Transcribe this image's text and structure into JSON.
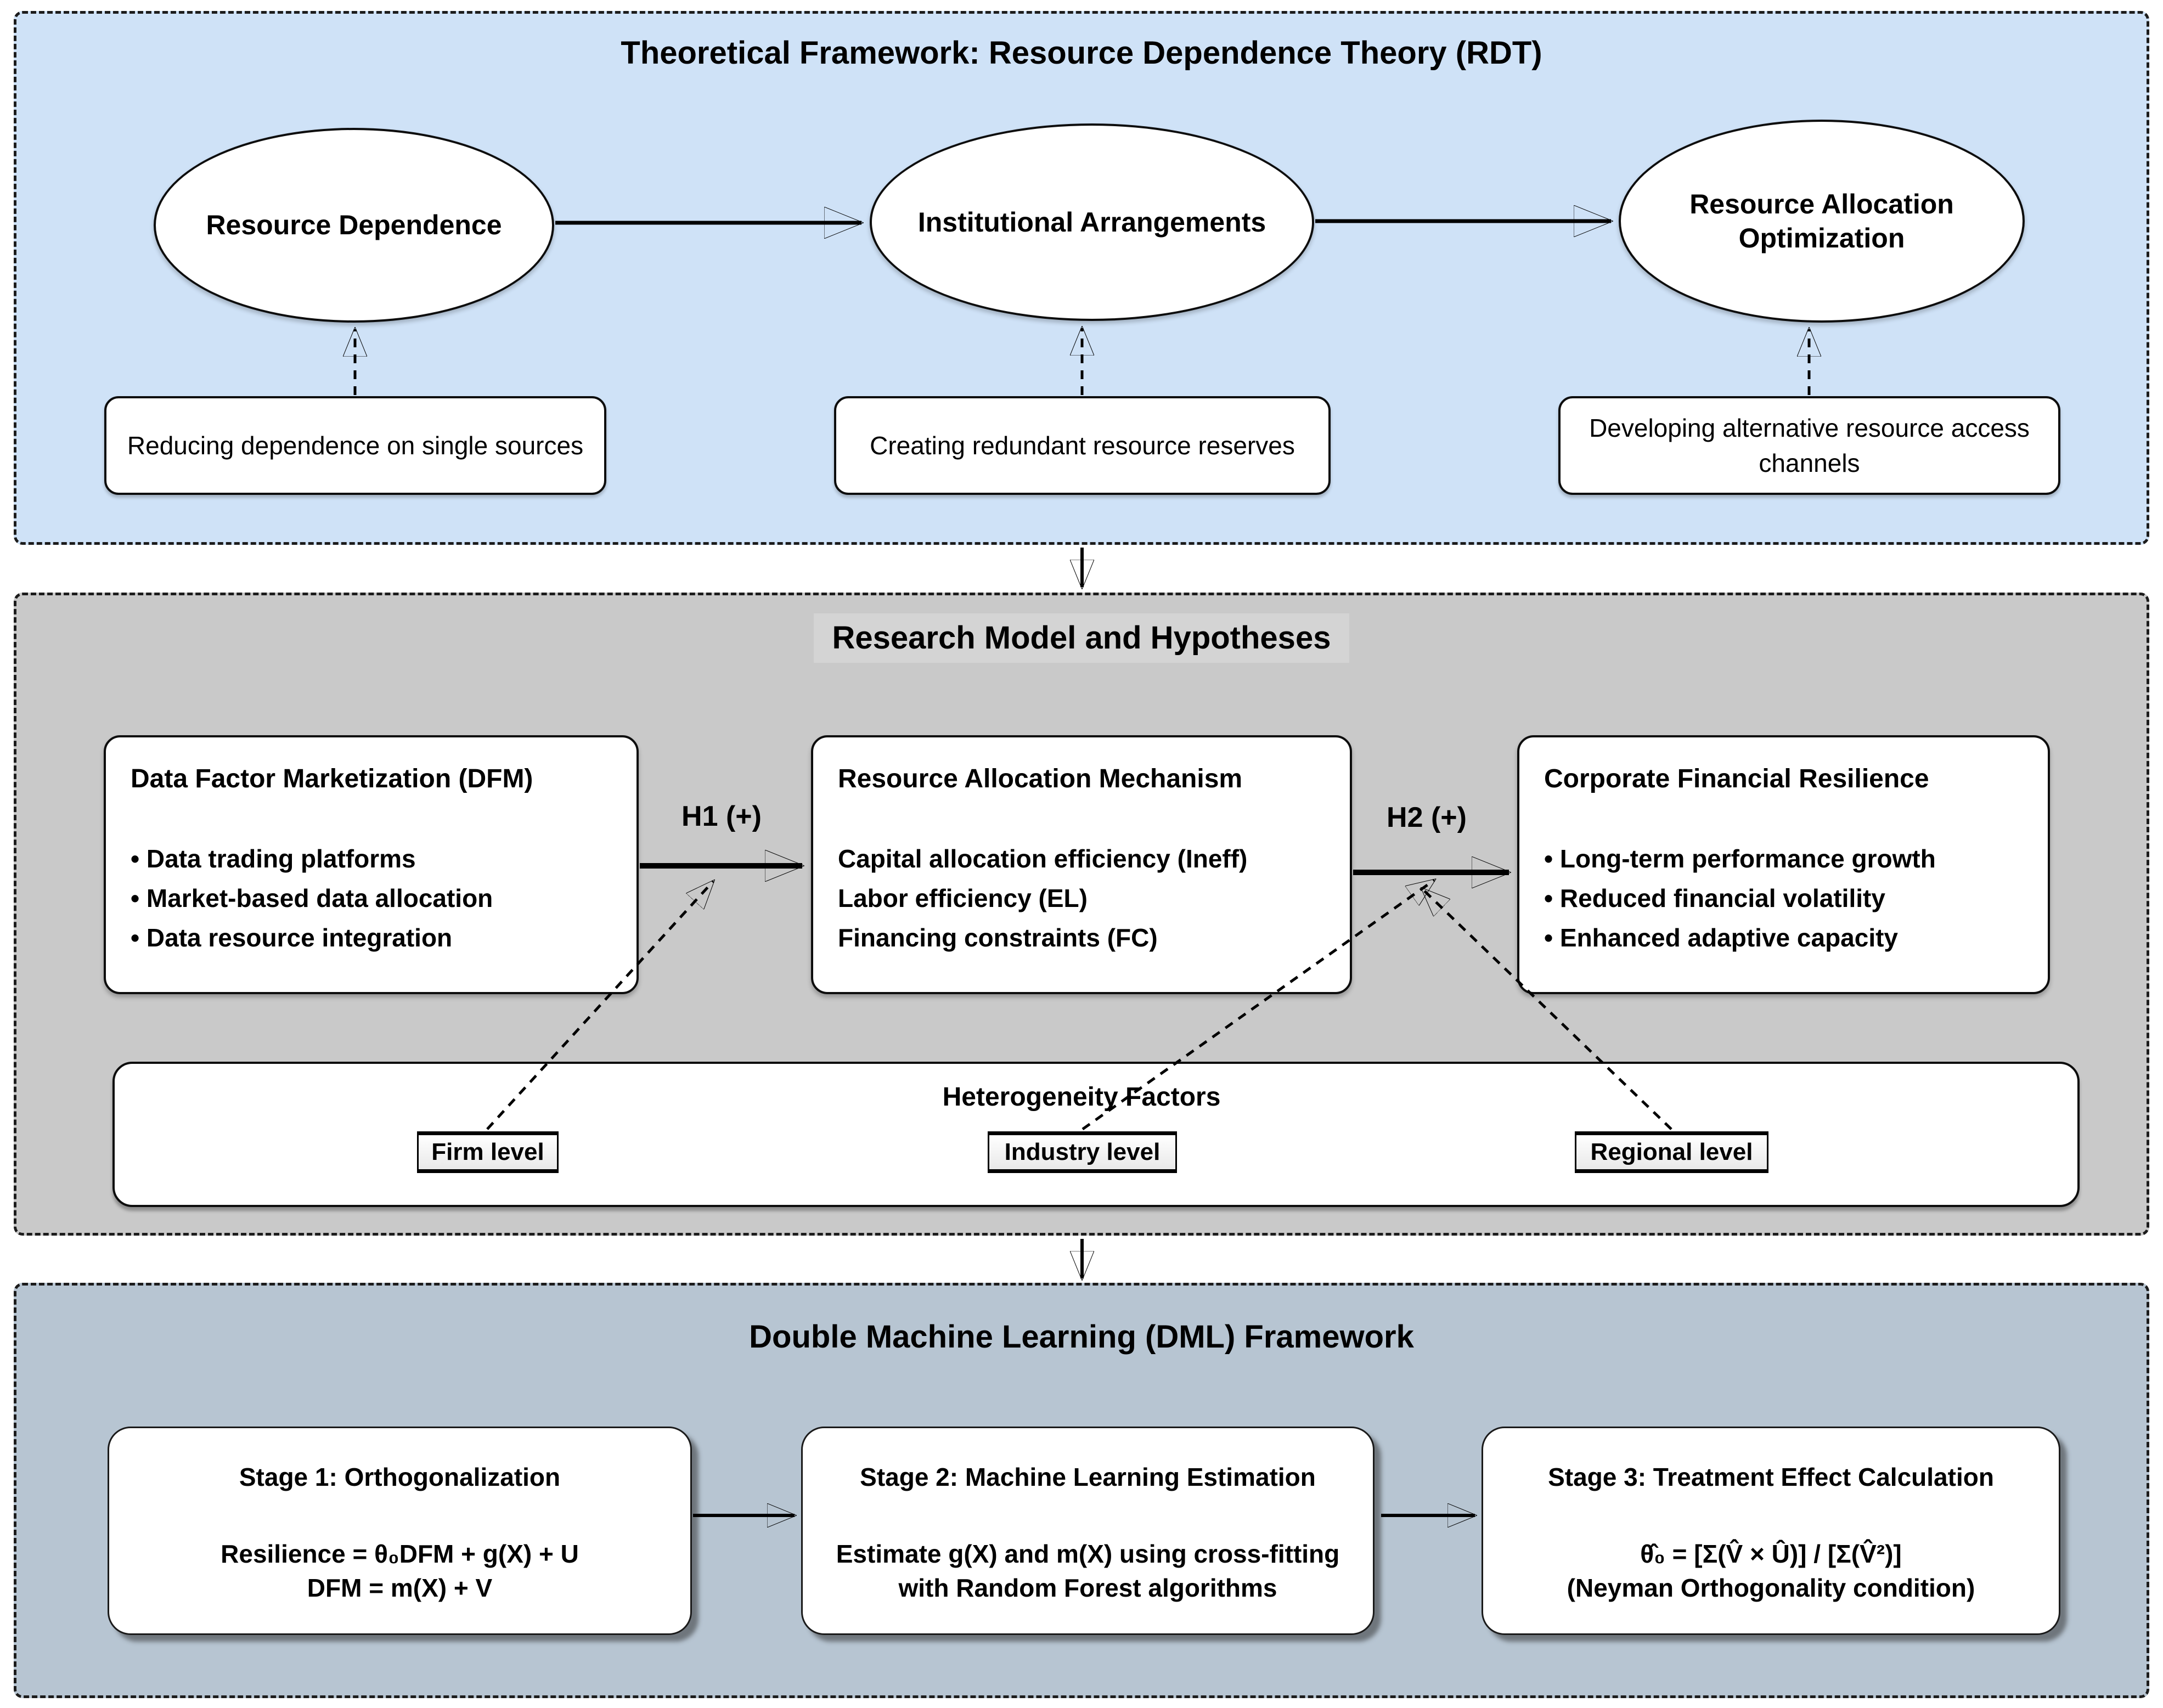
{
  "colors": {
    "theory_bg": "#cfe2f7",
    "model_bg": "#c9c9c9",
    "model_title_band": "#d4d4d4",
    "dml_bg": "#b7c5d2",
    "node_fill": "#ffffff",
    "line": "#000000"
  },
  "theory": {
    "title": "Theoretical Framework: Resource Dependence Theory (RDT)",
    "ellipses": [
      {
        "label": "Resource Dependence"
      },
      {
        "label": "Institutional Arrangements"
      },
      {
        "label": "Resource Allocation Optimization"
      }
    ],
    "strategies": [
      {
        "label": "Reducing dependence on single sources"
      },
      {
        "label": "Creating redundant resource reserves"
      },
      {
        "label": "Developing alternative resource access channels"
      }
    ]
  },
  "model": {
    "title": "Research Model and Hypotheses",
    "constructs": [
      {
        "title": "Data Factor Marketization (DFM)",
        "items": [
          "• Data trading platforms",
          "• Market-based data allocation",
          "• Data resource integration"
        ]
      },
      {
        "title": "Resource Allocation Mechanism",
        "items": [
          "Capital allocation efficiency (Ineff)",
          "Labor efficiency (EL)",
          "Financing constraints (FC)"
        ]
      },
      {
        "title": "Corporate Financial Resilience",
        "items": [
          "• Long-term performance growth",
          "• Reduced financial volatility",
          "• Enhanced adaptive capacity"
        ]
      }
    ],
    "hypotheses": [
      {
        "label": "H1 (+)"
      },
      {
        "label": "H2 (+)"
      }
    ],
    "heterogeneity": {
      "title": "Heterogeneity Factors",
      "levels": [
        {
          "label": "Firm level"
        },
        {
          "label": "Industry level"
        },
        {
          "label": "Regional level"
        }
      ]
    }
  },
  "dml": {
    "title": "Double Machine Learning (DML) Framework",
    "stages": [
      {
        "title": "Stage 1: Orthogonalization",
        "line1": "Resilience = θ₀DFM + g(X) + U",
        "line2": "DFM = m(X) + V"
      },
      {
        "title": "Stage 2: Machine Learning Estimation",
        "line1": "Estimate g(X) and m(X) using cross-fitting",
        "line2": "with Random Forest algorithms"
      },
      {
        "title": "Stage 3: Treatment Effect Calculation",
        "line1": "θ̂₀ = [Σ(V̂ × Û)] / [Σ(V̂²)]",
        "line2": "(Neyman Orthogonality condition)"
      }
    ]
  }
}
